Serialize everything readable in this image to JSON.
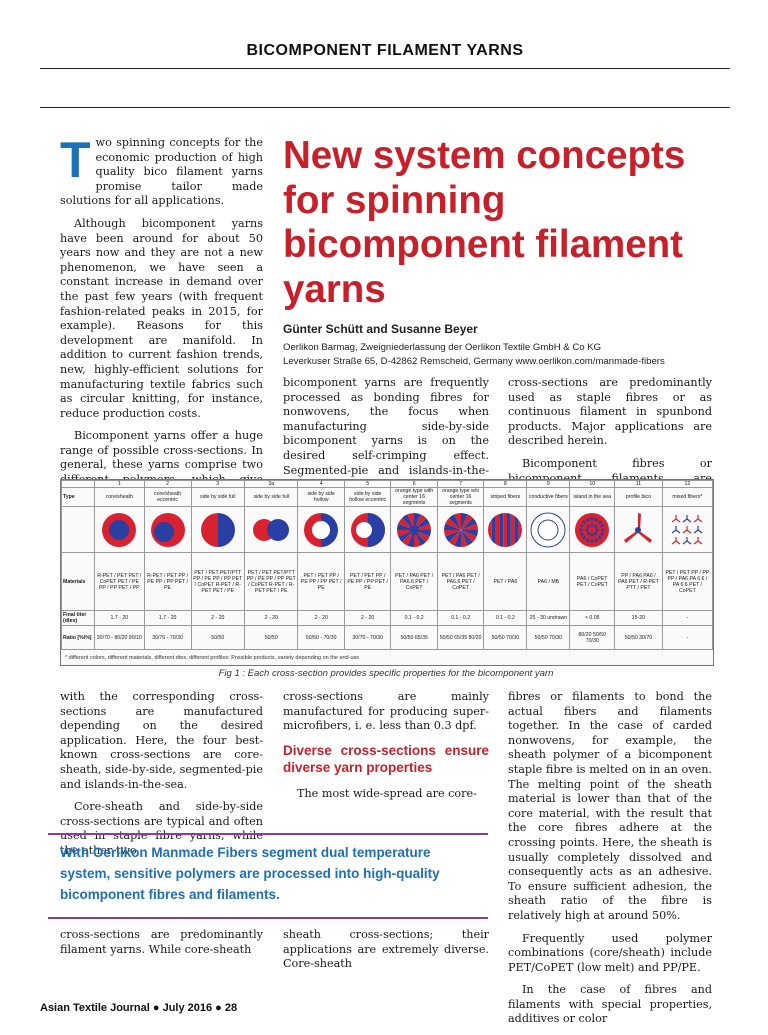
{
  "header": {
    "title": "BICOMPONENT FILAMENT YARNS"
  },
  "article": {
    "title": "New system concepts for spinning bicomponent filament yarns",
    "authors": "Günter Schütt and Susanne Beyer",
    "affiliation_1": "Oerlikon Barmag, Zweigniederlassung der Oerlikon Textile GmbH & Co KG",
    "affiliation_2": "Leverkuser Straße 65, D-42862 Remscheid, Germany  www.oerlikon.com/manmade-fibers",
    "dropcap": "T",
    "col1_p1": "wo spinning concepts for the economic production of high quality bico filament yarns promise tailor made solutions for all applications.",
    "col1_p2": "Although bicomponent yarns have been around for about 50 years now and they are not a new phenomenon, we have seen a constant increase in demand over the past few years (with frequent fashion-related peaks in 2015, for example). Reasons for this development are manifold. In addition to current fashion trends, new, highly-efficient solutions for manufacturing textile fabrics such as circular knitting, for instance, reduce production costs.",
    "col1_p3": "Bicomponent yarns offer a huge range of possible cross-sections. In general, these yarns comprise two different polymers, which give them specific properties. Bicomponent yarns",
    "col2_top": "bicomponent yarns are frequently processed as bonding fibres for nonwovens, the focus when manufacturing side-by-side bicomponent yarns is on the desired self-crimping effect. Segmented-pie and islands-in-the-sea",
    "col3_top": "cross-sections are predominantly used as staple fibres or as continuous filament in spunbond products. Major applications are described herein.",
    "col3_top_p2": "Bicomponent fibres or bicomponent filaments are frequently used as bonding",
    "col1_b1": "with the corresponding cross-sections are manufactured depending on the desired application. Here, the four best-known cross-sections are core-sheath, side-by-side, segmented-pie and islands-in-the-sea.",
    "col1_b2": "Core-sheath and side-by-side cross-sections are typical and often used in staple fibre yarns, while the other two",
    "col2_b1": "cross-sections are mainly manufactured for producing super-microfibers, i. e. less than 0.3 dpf.",
    "subheading": "Diverse cross-sections ensure diverse yarn properties",
    "col2_b2": "The most wide-spread are core-",
    "col3_b1": "fibres or filaments to bond the actual fibers and filaments together. In the case of carded nonwovens, for example, the sheath polymer of a bicomponent staple fibre is melted on in an oven. The melting point of the sheath material is lower than that of the core material, with the result that the core fibres adhere at the crossing points. Here, the sheath is usually completely dissolved and consequently acts as an adhesive. To ensure sufficient adhesion, the sheath ratio of the fibre is relatively high at around 50%.",
    "col3_b2": "Frequently used polymer combinations (core/sheath) include PET/CoPET (low melt) and PP/PE.",
    "col3_b3": "In the case of fibres and filaments with special properties, additives or color",
    "pull_quote": "With Oerlikon Manmade Fibers segment dual temperature system, sensitive polymers are processed into high-quality bicomponent fibres and filaments.",
    "col1_last": "cross-sections are predominantly filament yarns. While core-sheath",
    "col2_last": "sheath cross-sections; their applications are extremely diverse. Core-sheath"
  },
  "figure": {
    "caption": "Fig 1 : Each cross-section provides specific properties for the bicomponent yarn",
    "footnote": "* different colors, different materials, different dtex, different profiles: Possible products, variety depending on the end-use",
    "row_labels": {
      "type": "Type",
      "materials": "Materials",
      "titer": "Final titer (dtex)",
      "ratio": "Ratio [%/%]"
    },
    "columns": [
      {
        "num": "1",
        "type": "core/sheath",
        "materials": "R-PET / PET PET / CoPET PET / PE PP / PP PET / PP",
        "titer": "1.7 - 20",
        "ratio": "30/70 - 80/20 90/10"
      },
      {
        "num": "2",
        "type": "core/sheath eccentric",
        "materials": "R-PET / PET PP / PE PP / PP PET / PE",
        "titer": "1.7 - 20",
        "ratio": "30/70 - 70/30"
      },
      {
        "num": "3",
        "type": "side by side full",
        "materials": "PET / PET PET/PTT PP / PE PP / PP PET / CoPET R-PET / R-PET PET / PE",
        "titer": "2 - 20",
        "ratio": "50/50"
      },
      {
        "num": "3a",
        "type": "side by side full",
        "materials": "PET / PET PET/PTT PP / PE PP / PP PET / CoPET R-PET / R-PET PET / PE",
        "titer": "2 - 20",
        "ratio": "50/50"
      },
      {
        "num": "4",
        "type": "side by side hollow",
        "materials": "PET / PET PP / PE PP / PP PET / PE",
        "titer": "2 - 20",
        "ratio": "50/50 - 70/30"
      },
      {
        "num": "5",
        "type": "side by side hollow eccentric",
        "materials": "PET / PET PP / PE PP / PP PET / PE",
        "titer": "2 - 20",
        "ratio": "30/70 - 70/30"
      },
      {
        "num": "6",
        "type": "orange type with center 16 segments",
        "materials": "PET / PA6 PET / PA6.6 PET / CoPET",
        "titer": "0.1 - 0.2",
        "ratio": "50/50 65/35"
      },
      {
        "num": "7",
        "type": "orange type w/o center 16 segments",
        "materials": "PET / PA6 PET / PA6.6 PET / CoPET",
        "titer": "0.1 - 0.2",
        "ratio": "50/50 65/35 80/20"
      },
      {
        "num": "8",
        "type": "striped fibers",
        "materials": "PET / PA6",
        "titer": "0.1 - 0.2",
        "ratio": "50/50 70/30"
      },
      {
        "num": "9",
        "type": "conductive fibers",
        "materials": "PA6 / MB",
        "titer": "25 - 30 undrawn",
        "ratio": "50/50 70/30"
      },
      {
        "num": "10",
        "type": "island in the sea",
        "materials": "PA6 / CoPET PET / CoPET",
        "titer": "< 0.05",
        "ratio": "80/20 50/50 70/30"
      },
      {
        "num": "11",
        "type": "profile bico",
        "materials": "PP / PA6 PA6 / PA6 PET / R-PET PTT / PET",
        "titer": "15-20",
        "ratio": "50/50 30/70"
      },
      {
        "num": "12",
        "type": "mixed fibers*",
        "materials": "PET / PET PP / PP PP / PA6 PA 6.6 / PA 6.6 PET / CoPET",
        "titer": "-",
        "ratio": "-"
      }
    ],
    "colors": {
      "red": "#d8222f",
      "blue": "#2a3fa4"
    }
  },
  "footer": {
    "text": "Asian Textile Journal ● July 2016 ● 28"
  }
}
